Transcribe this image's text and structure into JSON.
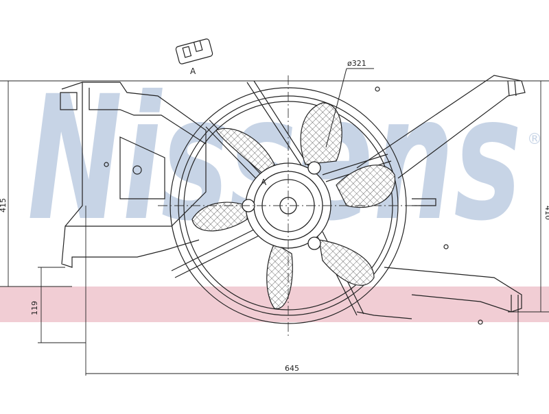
{
  "brand": {
    "name": "Nissens",
    "registered_mark": "®",
    "watermark_color": "#c7d4e6",
    "band_color": "#f1cdd4"
  },
  "dimensions": {
    "fan_diameter": "ø321",
    "overall_width": "645",
    "left_height": "415",
    "right_height": "410",
    "lower_offset": "119"
  },
  "callouts": {
    "connector_view": "A",
    "section_marker": "A"
  }
}
